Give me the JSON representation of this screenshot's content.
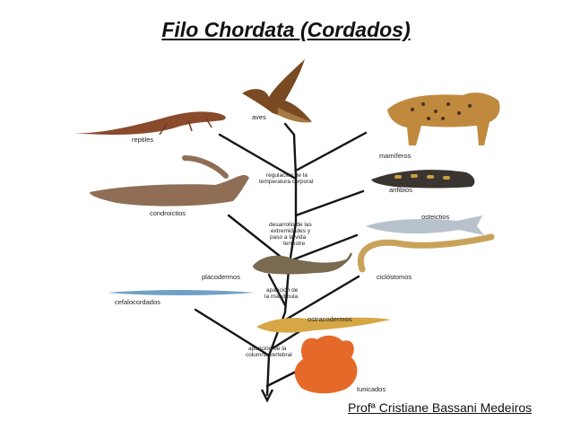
{
  "title": "Filo Chordata (Cordados)",
  "footer": "Profª Cristiane Bassani Medeiros",
  "groups": {
    "aves": "aves",
    "reptiles": "reptiles",
    "mamiferos": "mamíferos",
    "anfibios": "anfibios",
    "condroictios": "condroictios",
    "osteictios": "osteictios",
    "placodermos": "placodermos",
    "ciclostomos": "ciclóstomos",
    "cefalocordados": "cefalocordados",
    "ostracodermos": "ostracodermos",
    "tunicados": "tunicados"
  },
  "events": {
    "temperatura": [
      "regulación de la",
      "temperatura corporal"
    ],
    "extremidades": [
      "desarrollo de las",
      "extremidades y",
      "paso a la vida",
      "terrestre"
    ],
    "mandibula": [
      "aparición de",
      "la mandíbula"
    ],
    "columna": [
      "aparición de la",
      "columna vertebral"
    ]
  },
  "colors": {
    "branch": "#151515",
    "bird": "#7a4a22",
    "reptile": "#8a4a2c",
    "mammal": "#c08a3e",
    "amphibian": "#3a3530",
    "shark": "#8f6e55",
    "bony_fish": "#b8c2cc",
    "lamprey": "#c9a25a",
    "lancelet": "#6fa0c8",
    "ostracoderm": "#d7a645",
    "tunicate": "#e56a2a"
  }
}
